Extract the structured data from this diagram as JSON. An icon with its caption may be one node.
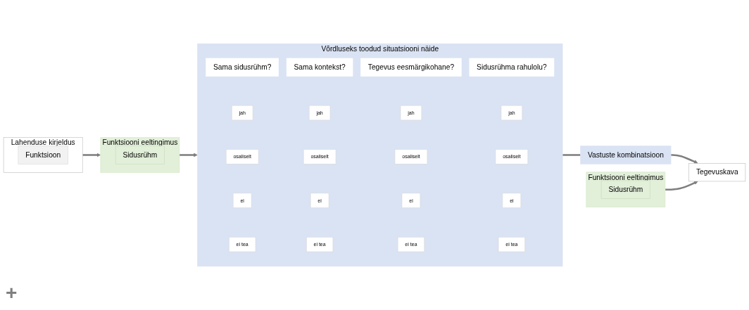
{
  "diagram": {
    "nodes": [
      {
        "text": [
          "Lahenduse kirjeldus"
        ]
      },
      {
        "text": [
          "Funktsioon"
        ],
        "in": 0
      },
      {
        "text": [
          "Funktsiooni eeltingimus"
        ]
      },
      {
        "text": [
          "Sidusrühm"
        ],
        "in": 2
      },
      {
        "text": [
          "Võrdluseks toodud situatsiooni näide"
        ]
      },
      {
        "text": [
          "Sama sidusrühm?"
        ],
        "in": 4
      },
      {
        "text": [
          "jah"
        ],
        "in": 4
      },
      {
        "text": [
          "osaliselt"
        ],
        "in": 4
      },
      {
        "text": [
          "ei"
        ],
        "in": 4
      },
      {
        "text": [
          "ei tea"
        ],
        "in": 4
      },
      {
        "text": [
          "Sama kontekst?"
        ],
        "in": 4
      },
      {
        "text": [
          "jah"
        ],
        "in": 4
      },
      {
        "text": [
          "osaliselt"
        ],
        "in": 4
      },
      {
        "text": [
          "ei"
        ],
        "in": 4
      },
      {
        "text": [
          "ei tea"
        ],
        "in": 4
      },
      {
        "text": [
          "Tegevus eesmärgikohane?"
        ],
        "in": 4
      },
      {
        "text": [
          "jah"
        ],
        "in": 4
      },
      {
        "text": [
          "osaliselt"
        ],
        "in": 4
      },
      {
        "text": [
          "ei"
        ],
        "in": 4
      },
      {
        "text": [
          "ei tea"
        ],
        "in": 4
      },
      {
        "text": [
          "Sidusrühma rahulolu?"
        ],
        "in": 4
      },
      {
        "text": [
          "jah"
        ],
        "in": 4
      },
      {
        "text": [
          "osaliselt"
        ],
        "in": 4
      },
      {
        "text": [
          "ei"
        ],
        "in": 4
      },
      {
        "text": [
          "ei tea"
        ],
        "in": 4
      },
      {
        "text": [
          "Vastuste kombinatsioon"
        ]
      },
      {
        "text": [
          "Funktsiooni eeltingimus"
        ]
      },
      {
        "text": [
          "Sidusrühm"
        ],
        "in": 26
      },
      {
        "text": [
          "Tegevuskava"
        ]
      }
    ],
    "edges": [
      {
        "from": 0,
        "to": 2,
        "arrow": "to"
      },
      {
        "from": 2,
        "to": 4,
        "arrow": "to"
      },
      {
        "from": 4,
        "to": 25,
        "arrow": "none"
      },
      {
        "from": 25,
        "to": 28,
        "arrow": "to"
      },
      {
        "from": 26,
        "to": 28,
        "arrow": "to"
      }
    ],
    "labels": [
      "+"
    ]
  }
}
